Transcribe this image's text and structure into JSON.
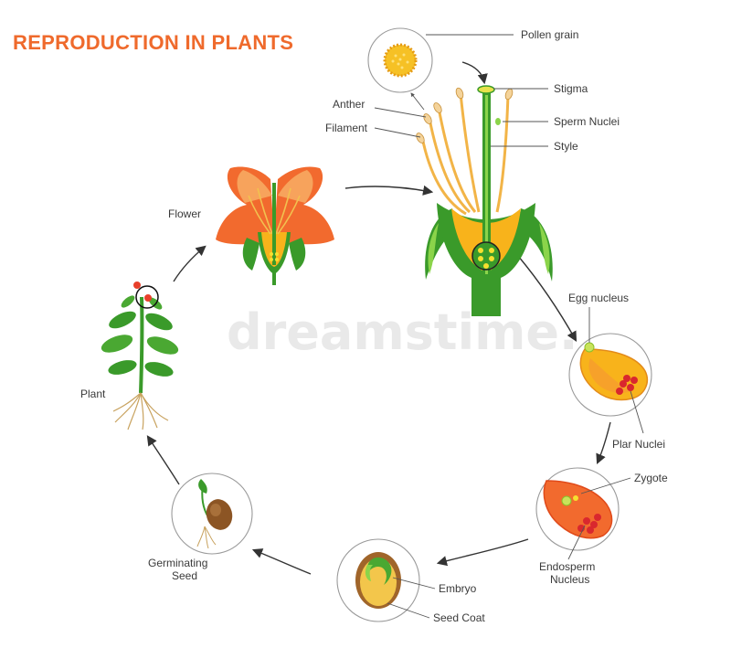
{
  "title": "REPRODUCTION IN PLANTS",
  "watermark": "dreamstime.",
  "labels": {
    "pollen_grain": "Pollen grain",
    "stigma": "Stigma",
    "sperm_nuclei": "Sperm Nuclei",
    "style": "Style",
    "anther": "Anther",
    "filament": "Filament",
    "flower": "Flower",
    "egg_nucleus": "Egg nucleus",
    "plant": "Plant",
    "plar_nuclei": "Plar Nuclei",
    "zygote": "Zygote",
    "endosperm_line1": "Endosperm",
    "endosperm_line2": "Nucleus",
    "germinating_line1": "Germinating",
    "germinating_line2": "Seed",
    "embryo": "Embryo",
    "seed_coat": "Seed Coat"
  },
  "colors": {
    "title": "#ef6a2c",
    "petal": "#f26a2e",
    "petal_light": "#f7a35c",
    "ovary": "#f8b31b",
    "stem_green": "#3a9a2a",
    "light_green": "#8bd44a",
    "ovule_red": "#d9272e",
    "seed_brown": "#a0652a"
  }
}
